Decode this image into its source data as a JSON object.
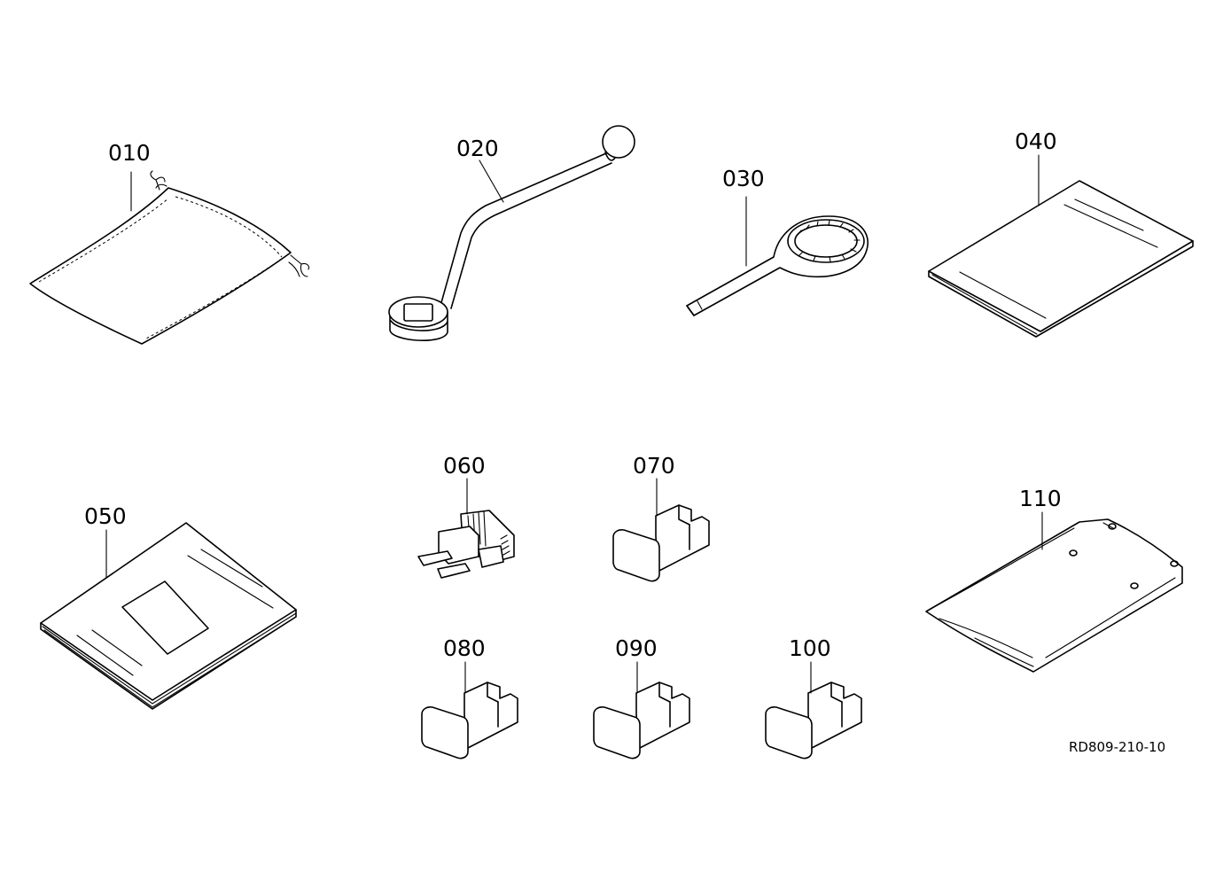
{
  "parts": [
    {
      "id": "010"
    },
    {
      "id": "020"
    },
    {
      "id": "030"
    },
    {
      "id": "040"
    },
    {
      "id": "050"
    },
    {
      "id": "060"
    },
    {
      "id": "070"
    },
    {
      "id": "080"
    },
    {
      "id": "090"
    },
    {
      "id": "100"
    },
    {
      "id": "110"
    }
  ],
  "drawing_code": "RD809-210-10",
  "colors": {
    "line": "#000000",
    "background": "#ffffff"
  }
}
